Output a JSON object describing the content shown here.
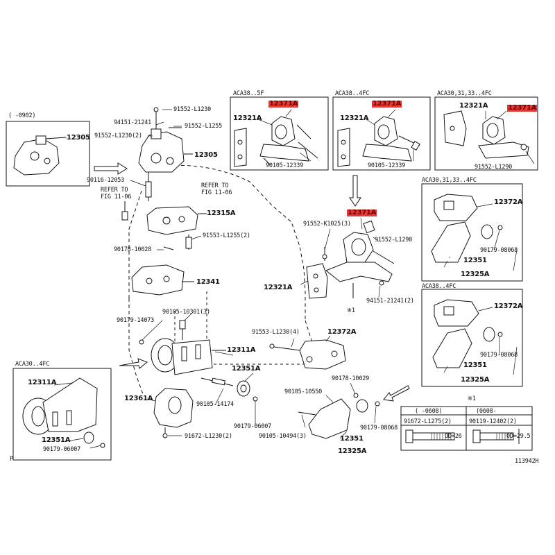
{
  "labels": {
    "p0902": "(    -0902)",
    "n12305a": "12305",
    "n91552_L1230": "91552-L1230",
    "n94151_21241": "94151-21241",
    "n91552_L1255": "91552-L1255",
    "n91552_L1230_2": "91552-L1230(2)",
    "n12305b": "12305",
    "n90116_12053": "90116-12053",
    "refer_a1": "REFER TO",
    "refer_a2": "FIG 11-06",
    "refer_b1": "REFER TO",
    "refer_b2": "FIG 11-06",
    "n12315A": "12315A",
    "n91553_L1255": "91553-L1255(2)",
    "n90178_10028": "90178-10028",
    "n12341": "12341",
    "n90105_10301": "90105-10301(3)",
    "n90179_14073": "90179-14073",
    "n12311A": "12311A",
    "n12351A": "12351A",
    "n12361A": "12361A",
    "n90105_14174": "90105-14174",
    "n90179_06007": "90179-06007",
    "n91672_L1230": "91672-L1230(2)",
    "aca30_4fc_box": "ACA30..4FC",
    "box_12311A": "12311A",
    "box_12351A": "12351A",
    "box_90179_06007": "90179-06007",
    "p": "P",
    "aca38_5f": "ACA38..5F",
    "hl1": "12371A",
    "b1_12321A": "12321A",
    "b1_90105_12339": "90105-12339",
    "aca38_4fc": "ACA38..4FC",
    "hl2": "12371A",
    "b2_12321A": "12321A",
    "b2_90105_12339": "90105-12339",
    "aca30_31_33_4fc": "ACA30,31,33..4FC",
    "b3_12321A": "12321A",
    "hl3": "12371A",
    "b3_91552_L1290": "91552-L1290",
    "hl4": "12371A",
    "c_91552_K1025": "91552-K1025(3)",
    "c_91552_L1290": "91552-L1290",
    "c_12321A": "12321A",
    "c_94151_21241": "94151-21241(2)",
    "c_mark1": "※1",
    "c_91553_L1230": "91553-L1230(4)",
    "c_12372A": "12372A",
    "c_90178_10029": "90178-10029",
    "c_90105_10550": "90105-10550",
    "c_90179_08068": "90179-08068",
    "c_90105_10494": "90105-10494(3)",
    "c_12351": "12351",
    "c_12325A": "12325A",
    "r1_title": "ACA30,31,33..4FC",
    "r1_12372A": "12372A",
    "r1_90179_08068": "90179-08068",
    "r1_12351": "12351",
    "r1_12325A": "12325A",
    "r2_title": "ACA38..4FC",
    "r2_12372A": "12372A",
    "r2_90179_08068": "90179-08068",
    "r2_12351": "12351",
    "r2_12325A": "12325A",
    "t_mark1": "※1",
    "t_c1_head": "(    -0608)",
    "t_c2_head": "(0608-     ",
    "t_c1_part": "91672-L1275(2)",
    "t_c2_part": "90119-12402(2)",
    "t_c1_od": "OD=26",
    "t_c2_od": "OD=29.5",
    "ref_code": "113942H"
  }
}
